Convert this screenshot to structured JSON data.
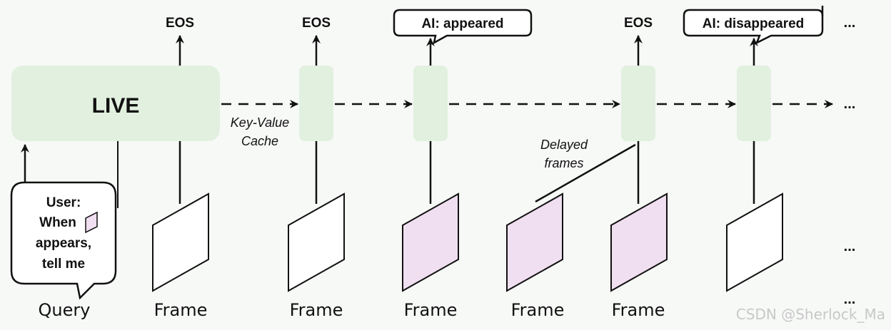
{
  "live": {
    "label": "LIVE"
  },
  "cache": {
    "line1": "Key-Value",
    "line2": "Cache"
  },
  "outputs": {
    "eos": "EOS",
    "ai_appeared": "AI: appeared",
    "ai_disappeared": "AI: disappeared",
    "ellipsis": "..."
  },
  "query": {
    "line1": "User:",
    "line2": "When",
    "line3": "appears,",
    "line4": "tell me",
    "caption": "Query"
  },
  "frame_label": "Frame",
  "delayed": {
    "line1": "Delayed",
    "line2": "frames"
  },
  "watermark": "CSDN @Sherlock_Ma",
  "colors": {
    "block_fill": "#e2f0df",
    "frame_highlight": "#f0dff0",
    "frame_plain": "#ffffff",
    "stroke": "#111111",
    "background": "#f7f9f7"
  }
}
